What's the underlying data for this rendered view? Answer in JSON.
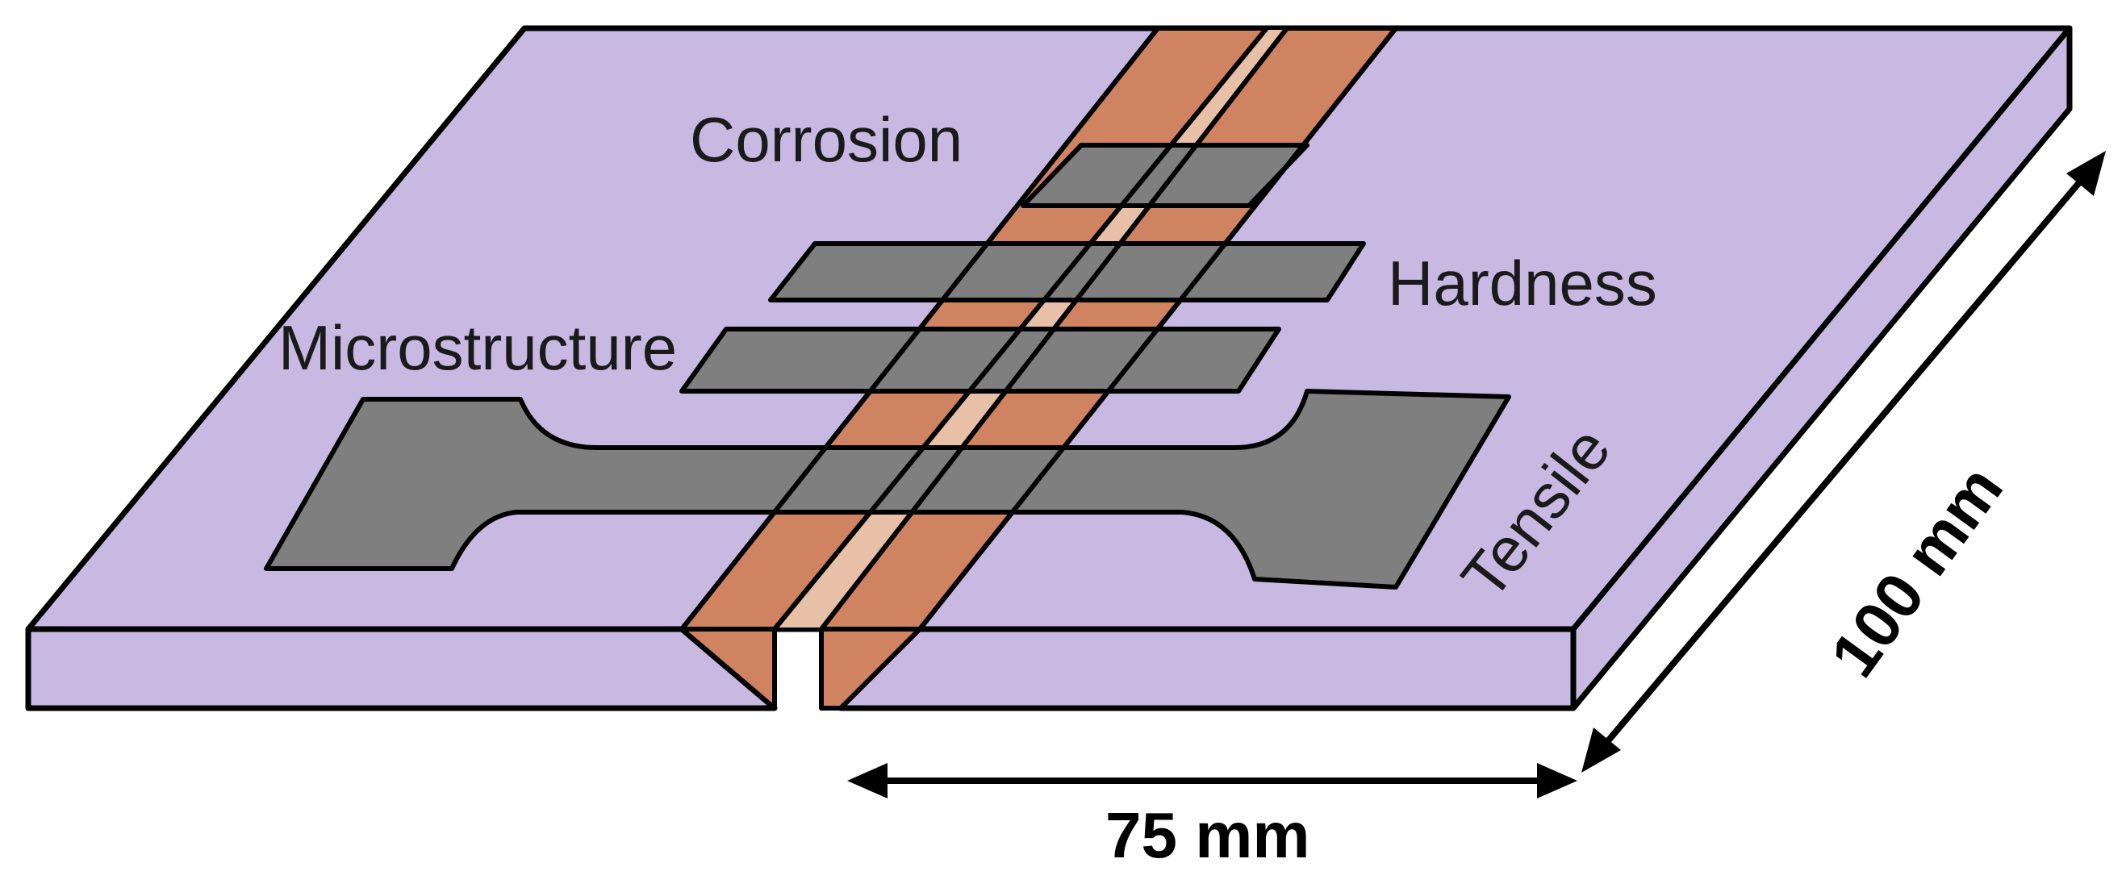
{
  "labels": {
    "corrosion": "Corrosion",
    "hardness": "Hardness",
    "microstructure": "Microstructure",
    "tensile": "Tensile"
  },
  "dimensions": {
    "width": "75 mm",
    "length": "100 mm"
  },
  "colors": {
    "plate": "#c8b9e3",
    "weld": "#d08360",
    "specimen": "#7f7f7f",
    "outline": "#000000"
  }
}
